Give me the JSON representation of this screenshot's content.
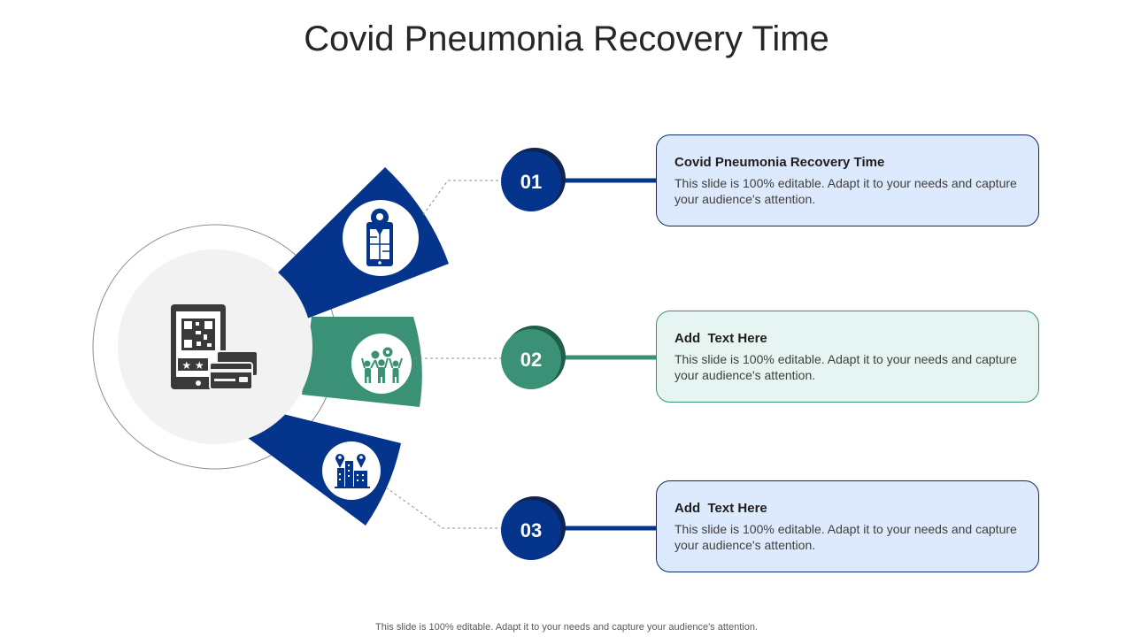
{
  "slide": {
    "title": "Covid Pneumonia Recovery Time",
    "footer": "This slide is 100% editable. Adapt it to your needs and capture your audience's attention."
  },
  "colors": {
    "navy": "#05348c",
    "teal": "#3a9176",
    "card_blue_bg": "#dde9fc",
    "card_teal_bg": "#e6f5f1",
    "hub_fill": "#f2f2f2",
    "icon_dark": "#3a3a3a"
  },
  "hub": {
    "icon": "qr-payment-tablet-icon"
  },
  "steps": [
    {
      "number": "01",
      "icon": "mobile-location-map-icon",
      "heading": "Covid Pneumonia Recovery Time",
      "body": "This slide is 100% editable. Adapt it to your needs and capture your audience's attention."
    },
    {
      "number": "02",
      "icon": "team-gears-icon",
      "heading": "Add  Text Here",
      "body": "This slide is 100% editable. Adapt it to your needs and capture your audience's attention."
    },
    {
      "number": "03",
      "icon": "city-buildings-location-icon",
      "heading": "Add  Text Here",
      "body": "This slide is 100% editable. Adapt it to your needs and capture your audience's attention."
    }
  ]
}
